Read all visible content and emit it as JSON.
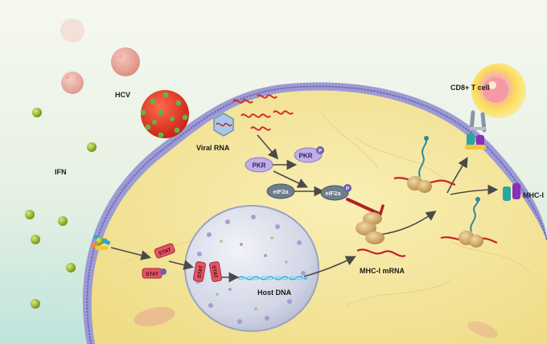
{
  "labels": {
    "hcv": "HCV",
    "viral_rna": "Viral RNA",
    "ifn": "IFN",
    "cd8": "CD8+ T cell",
    "mhc_i": "MHC-I",
    "mhc_i_mrna": "MHC-I mRNA",
    "host_dna": "Host DNA",
    "pkr": "PKR",
    "pkr_p": "PKR",
    "eif2a": "eIF2a",
    "eif2a_p": "eIF2a",
    "stat_1": "STAT",
    "stat_2": "STAT",
    "stat_3": "STAT",
    "stat_4": "STAT",
    "p": "P"
  },
  "colors": {
    "background_top": "#f4f7ee",
    "background_bottom": "#c9e8e2",
    "cytoplasm": "#f6e9a6",
    "membrane": "#8f8cd0",
    "nucleus": "#d7dbe8",
    "virion_red": "#e03020",
    "virion_pink": "#e9a6a0",
    "spike_green": "#5db04a",
    "ifn_green": "#9abf2a",
    "pkr_purple": "#b9a6e6",
    "eif2a_gray": "#6f7f8f",
    "stat_red": "#e25a6a",
    "dna_cyan": "#47c3e4",
    "mrna_red": "#d03040",
    "inhibit_red": "#b0202a",
    "tcell_yellow": "#ffe23a"
  },
  "icons": [
    "hcv-virion-icon",
    "viral-rna-icon",
    "ifn-molecule-icon",
    "ifn-receptor-icon",
    "ribosome-icon",
    "t-cell-receptor-icon",
    "mhc-i-icon"
  ]
}
